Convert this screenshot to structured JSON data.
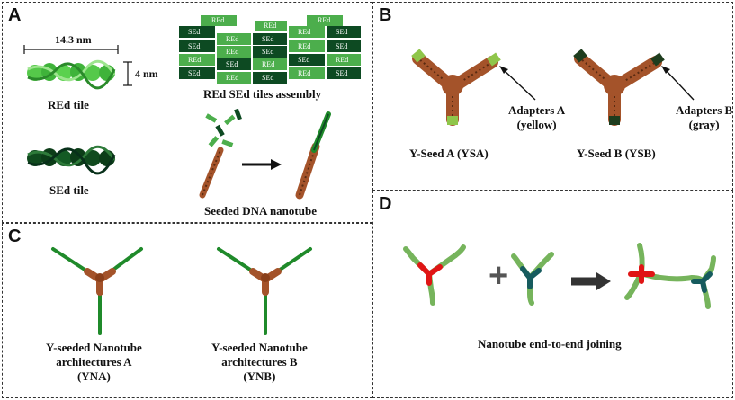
{
  "panels": {
    "A": {
      "label": "A",
      "scale_length": "14.3 nm",
      "scale_height": "4 nm",
      "red_tile_caption": "REd tile",
      "sed_tile_caption": "SEd tile",
      "assembly_caption": "REd SEd tiles assembly",
      "nanotube_caption": "Seeded DNA nanotube",
      "tile_red_label": "REd",
      "tile_sed_label": "SEd"
    },
    "B": {
      "label": "B",
      "adapters_a_line1": "Adapters A",
      "adapters_a_line2": "(yellow)",
      "adapters_b_line1": "Adapters B",
      "adapters_b_line2": "(gray)",
      "ysa_caption": "Y-Seed A (YSA)",
      "ysb_caption": "Y-Seed B (YSB)"
    },
    "C": {
      "label": "C",
      "yna_line1": "Y-seeded Nanotube",
      "yna_line2": "architectures A",
      "yna_line3": "(YNA)",
      "ynb_line1": "Y-seeded Nanotube",
      "ynb_line2": "architectures B",
      "ynb_line3": "(YNB)"
    },
    "D": {
      "label": "D",
      "plus_symbol": "+",
      "caption": "Nanotube end-to-end joining"
    }
  },
  "colors": {
    "red_tile": "#3fbf3f",
    "sed_tile": "#0f4a1f",
    "seed_brown": "#a4532a",
    "tube_green": "#1f8a2a",
    "tube_light": "#76b45c",
    "joint_red": "#e01515",
    "joint_teal": "#165b5e",
    "arrow_dark": "#333333"
  }
}
